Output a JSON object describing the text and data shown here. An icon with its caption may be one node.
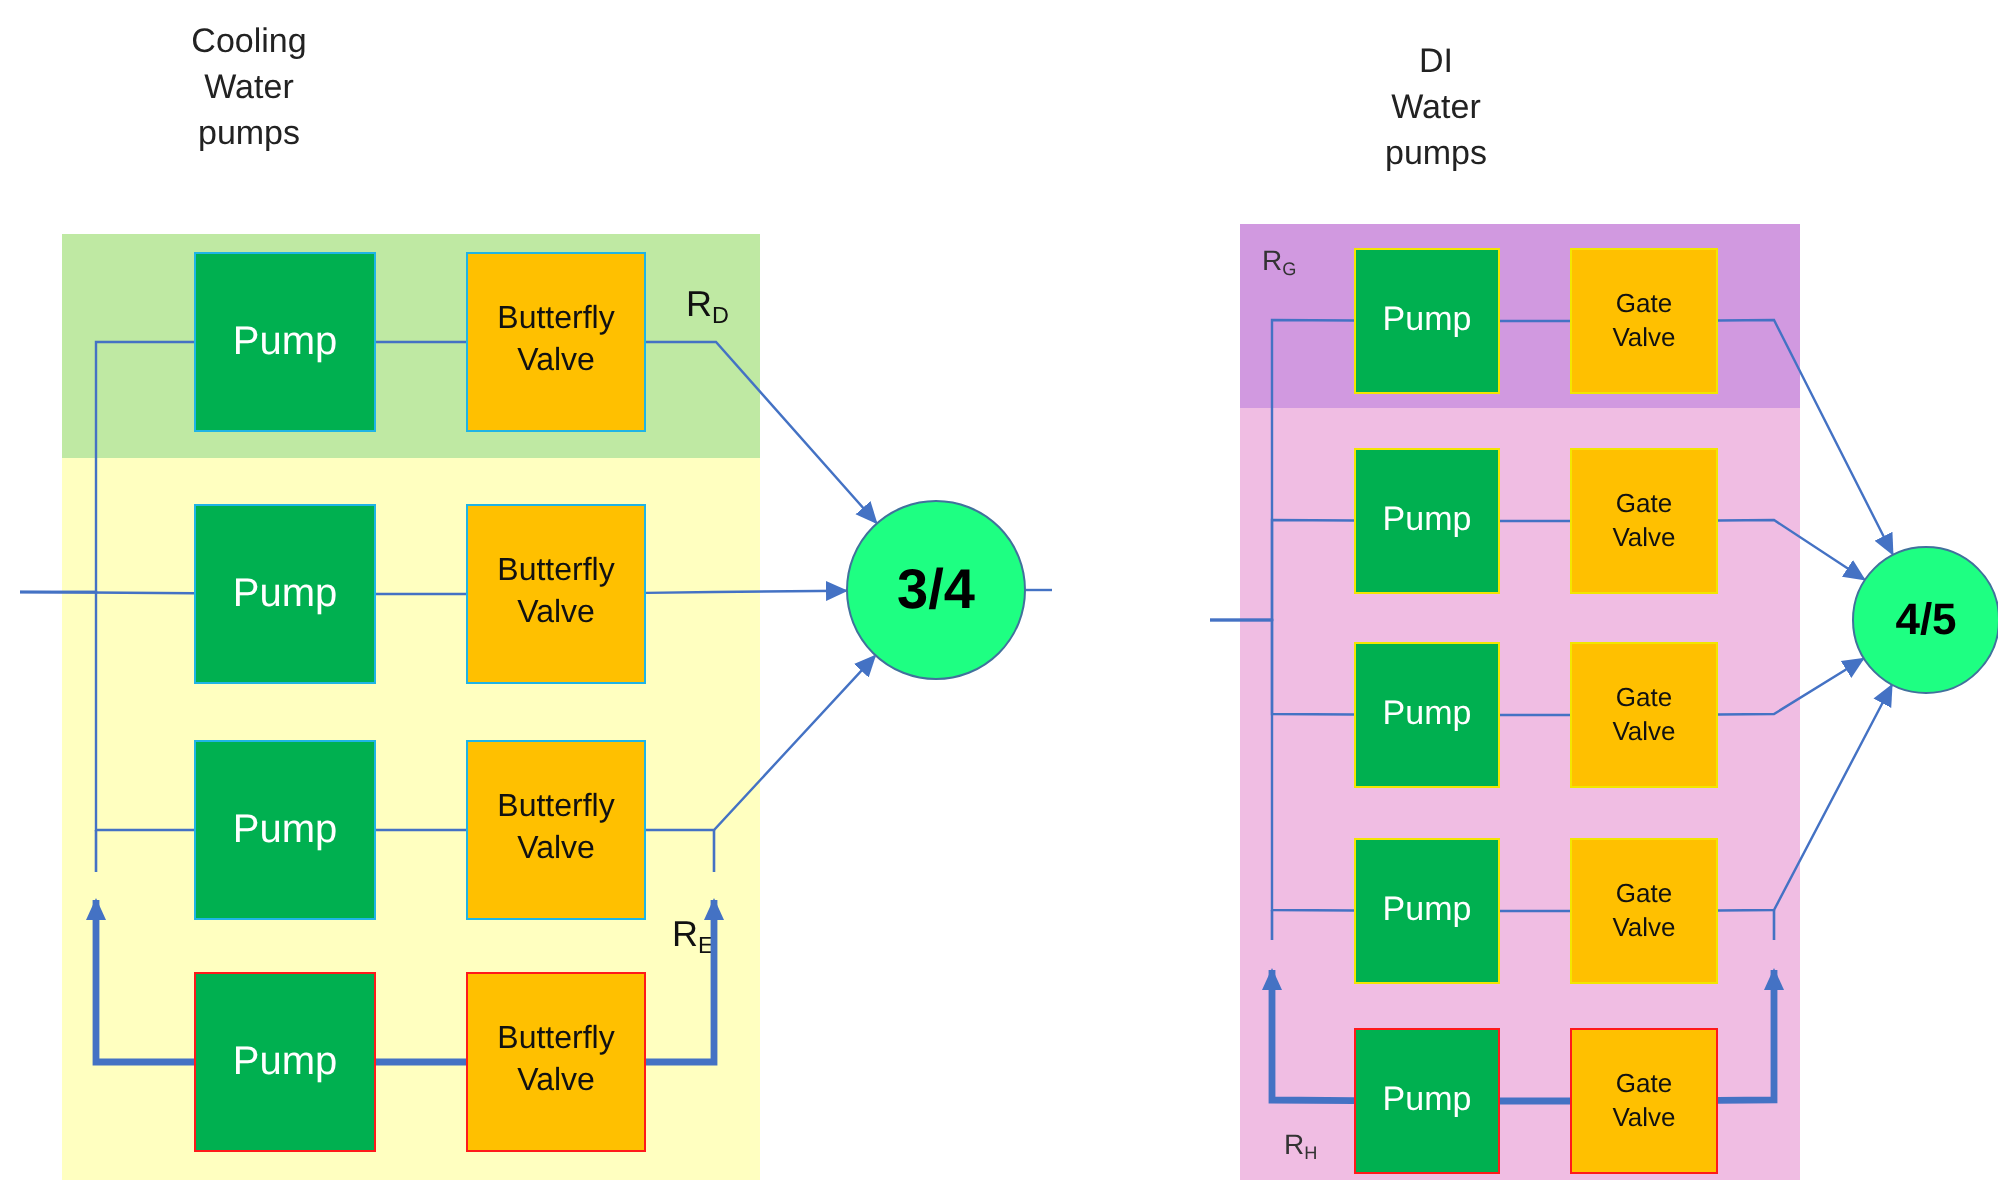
{
  "diagram": {
    "nodes": [
      {
        "text": [
          "R$_{D}$"
        ]
      },
      {
        "text": [
          "Pump"
        ],
        "in": 0
      },
      {
        "text": [
          "Butterfly Valve"
        ],
        "in": 0
      },
      {
        "text": [
          "R$_{E}$"
        ]
      },
      {
        "text": [
          "Pump"
        ],
        "in": 3
      },
      {
        "text": [
          "Butterfly Valve"
        ],
        "in": 3
      },
      {
        "text": [
          "Pump"
        ],
        "in": 3
      },
      {
        "text": [
          "Butterfly Valve"
        ],
        "in": 3
      },
      {
        "text": [
          "Pump"
        ],
        "in": 3
      },
      {
        "text": [
          "Butterfly Valve"
        ],
        "in": 3
      },
      {
        "text": [
          "3/4"
        ]
      },
      {
        "text": [
          "R$_{G}$"
        ]
      },
      {
        "text": [
          "Pump"
        ],
        "in": 11
      },
      {
        "text": [
          "Gate Valve"
        ],
        "in": 11
      },
      {
        "text": [
          "R$_{H}$"
        ]
      },
      {
        "text": [
          "Pump"
        ],
        "in": 14
      },
      {
        "text": [
          "Gate Valve"
        ],
        "in": 14
      },
      {
        "text": [
          "Pump"
        ],
        "in": 14
      },
      {
        "text": [
          "Gate Valve"
        ],
        "in": 14
      },
      {
        "text": [
          "Pump"
        ],
        "in": 14
      },
      {
        "text": [
          "Gate Valve"
        ],
        "in": 14
      },
      {
        "text": [
          "Pump"
        ],
        "in": 14
      },
      {
        "text": [
          "Gate Valve"
        ],
        "in": 14
      },
      {
        "text": [
          "4/5"
        ]
      }
    ],
    "edges": [
      {
        "from": null,
        "to": 1,
        "arrow": "none"
      },
      {
        "from": null,
        "to": 4,
        "arrow": "none"
      },
      {
        "from": null,
        "to": 6,
        "arrow": "none"
      },
      {
        "from": 1,
        "to": 2,
        "arrow": "none"
      },
      {
        "from": 4,
        "to": 5,
        "arrow": "none"
      },
      {
        "from": 6,
        "to": 7,
        "arrow": "none"
      },
      {
        "from": 8,
        "to": 9,
        "arrow": "none",
        "style": "thick"
      },
      {
        "from": 2,
        "to": 10,
        "arrow": "to"
      },
      {
        "from": 5,
        "to": 10,
        "arrow": "to"
      },
      {
        "from": 7,
        "to": 10,
        "arrow": "to"
      },
      {
        "from": 8,
        "to": null,
        "arrow": "to",
        "style": "thick"
      },
      {
        "from": 9,
        "to": null,
        "arrow": "to",
        "style": "thick"
      },
      {
        "from": 10,
        "to": null,
        "arrow": "none"
      },
      {
        "from": null,
        "to": 12,
        "arrow": "none"
      },
      {
        "from": null,
        "to": 15,
        "arrow": "none"
      },
      {
        "from": null,
        "to": 17,
        "arrow": "none"
      },
      {
        "from": null,
        "to": 19,
        "arrow": "none"
      },
      {
        "from": 12,
        "to": 13,
        "arrow": "none"
      },
      {
        "from": 15,
        "to": 16,
        "arrow": "none"
      },
      {
        "from": 17,
        "to": 18,
        "arrow": "none"
      },
      {
        "from": 19,
        "to": 20,
        "arrow": "none"
      },
      {
        "from": 21,
        "to": 22,
        "arrow": "none",
        "style": "thick"
      },
      {
        "from": 13,
        "to": 23,
        "arrow": "to"
      },
      {
        "from": 16,
        "to": 23,
        "arrow": "to"
      },
      {
        "from": 18,
        "to": 23,
        "arrow": "to"
      },
      {
        "from": 20,
        "to": 23,
        "arrow": "to"
      },
      {
        "from": 21,
        "to": null,
        "arrow": "to",
        "style": "thick"
      },
      {
        "from": 22,
        "to": null,
        "arrow": "to",
        "style": "thick"
      }
    ],
    "labels": [
      "Cooling Water pumps",
      "DI Water pumps"
    ]
  }
}
